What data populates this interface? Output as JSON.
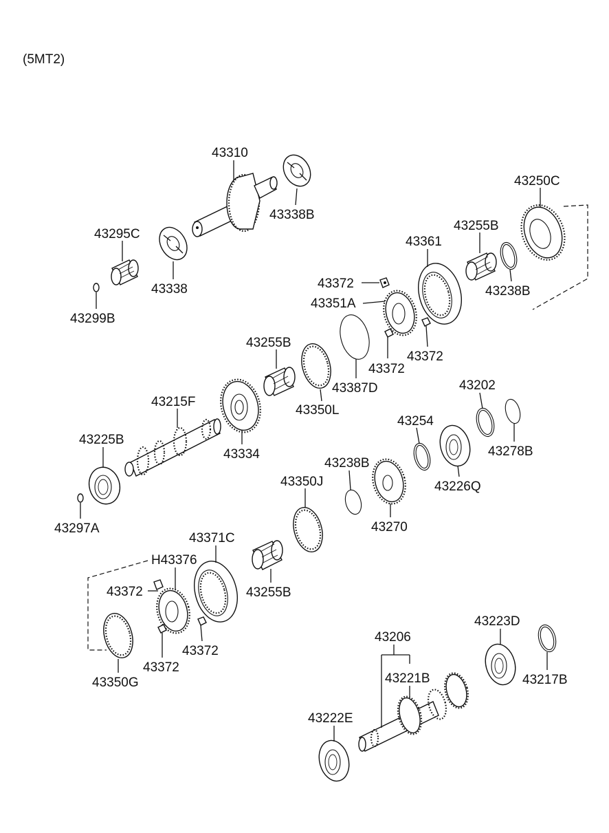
{
  "title": "(5MT2)",
  "parts": {
    "p43310": "43310",
    "p43338B": "43338B",
    "p43295C": "43295C",
    "p43338": "43338",
    "p43299B": "43299B",
    "p43250C": "43250C",
    "p43255B_top": "43255B",
    "p43361": "43361",
    "p43238B_top": "43238B",
    "p43372_a": "43372",
    "p43351A": "43351A",
    "p43372_b": "43372",
    "p43372_c": "43372",
    "p43387D": "43387D",
    "p43255B_mid": "43255B",
    "p43350L": "43350L",
    "p43215F": "43215F",
    "p43225B": "43225B",
    "p43334": "43334",
    "p43297A": "43297A",
    "p43202": "43202",
    "p43254": "43254",
    "p43278B": "43278B",
    "p43238B_mid": "43238B",
    "p43226Q": "43226Q",
    "p43350J": "43350J",
    "p43270": "43270",
    "p43371C": "43371C",
    "pH43376": "H43376",
    "p43372_d": "43372",
    "p43255B_low": "43255B",
    "p43372_e": "43372",
    "p43372_f": "43372",
    "p43350G": "43350G",
    "p43206": "43206",
    "p43223D": "43223D",
    "p43221B": "43221B",
    "p43217B": "43217B",
    "p43222E": "43222E"
  }
}
